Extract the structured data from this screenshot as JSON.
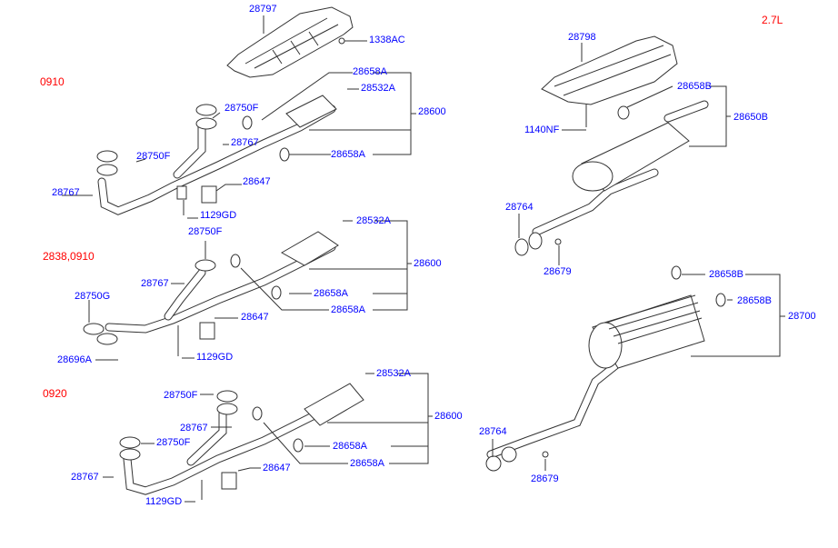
{
  "variants": {
    "engine": "2.7L",
    "group1": "0910",
    "group2": "2838,0910",
    "group3": "0920"
  },
  "colors": {
    "part_label": "#0000ff",
    "variant_label": "#ff0000",
    "line": "#333333"
  },
  "group1": {
    "heat_shield": "28797",
    "shield_nut": "1338AC",
    "hanger_a": "28658A",
    "stud": "28532A",
    "assembly": "28600",
    "gasket_upper": "28750F",
    "nut_upper": "28767",
    "gasket_lower": "28750F",
    "hanger_b": "28658A",
    "bracket": "28647",
    "nut_lower": "28767",
    "bolt": "1129GD"
  },
  "group2": {
    "stud": "28532A",
    "gasket_upper": "28750F",
    "assembly": "28600",
    "nut": "28767",
    "gasket_lower": "28750G",
    "hanger_a": "28658A",
    "hanger_b": "28658A",
    "bracket": "28647",
    "bolt_flange": "28696A",
    "bolt": "1129GD"
  },
  "group3": {
    "stud": "28532A",
    "gasket_upper": "28750F",
    "assembly": "28600",
    "nut_upper": "28767",
    "gasket_lower": "28750F",
    "hanger_a": "28658A",
    "hanger_b": "28658A",
    "bracket": "28647",
    "nut_lower": "28767",
    "bolt": "1129GD"
  },
  "center_muffler": {
    "heat_shield": "28798",
    "hanger": "28658B",
    "assembly": "28650B",
    "screw": "1140NF",
    "gasket": "28764",
    "nut": "28679"
  },
  "rear_muffler": {
    "hanger_a": "28658B",
    "hanger_b": "28658B",
    "assembly": "28700",
    "gasket": "28764",
    "nut": "28679"
  }
}
